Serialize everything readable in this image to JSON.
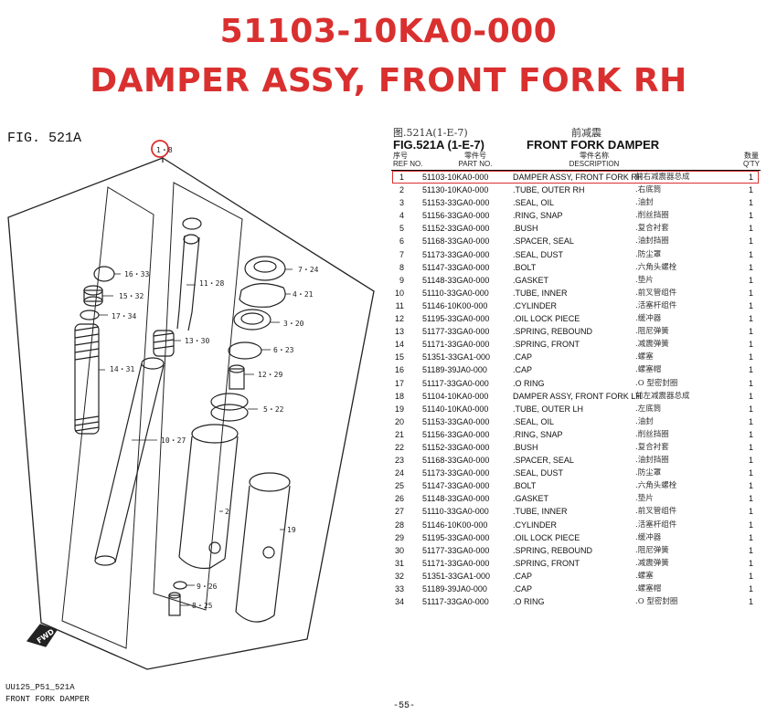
{
  "header": {
    "part_number": "51103-10KA0-000",
    "title": "DAMPER ASSY, FRONT FORK RH"
  },
  "figure": {
    "label": "FIG. 521A",
    "callouts": [
      "1・8",
      "16・33",
      "15・32",
      "17・34",
      "14・31",
      "11・28",
      "13・30",
      "10・27",
      "7・24",
      "4・21",
      "3・20",
      "6・23",
      "12・29",
      "5・22",
      "2",
      "19",
      "9・26",
      "8・25"
    ],
    "direction_tag": "FWD",
    "footer_line1": "UU125_P51_521A",
    "footer_line2": "FRONT FORK DAMPER"
  },
  "table": {
    "cn_figure": "图.521A(1-E-7)",
    "cn_name": "前减震",
    "figure_code": "FIG.521A (1-E-7)",
    "figure_name": "FRONT FORK DAMPER",
    "col_ref_cn": "序号",
    "col_ref": "REF NO.",
    "col_part_cn": "零件号",
    "col_part": "PART NO.",
    "col_desc_cn": "零件名称",
    "col_desc": "DESCRIPTION",
    "col_qty_cn": "数量",
    "col_qty": "Q'TY",
    "rows": [
      {
        "ref": "1",
        "part": "51103-10KA0-000",
        "desc": "DAMPER ASSY, FRONT FORK RH",
        "cn": "前右减震器总成",
        "qty": "1"
      },
      {
        "ref": "2",
        "part": "51130-10KA0-000",
        "desc": ".TUBE, OUTER RH",
        "cn": ".右底筒",
        "qty": "1"
      },
      {
        "ref": "3",
        "part": "51153-33GA0-000",
        "desc": ".SEAL, OIL",
        "cn": ".油封",
        "qty": "1"
      },
      {
        "ref": "4",
        "part": "51156-33GA0-000",
        "desc": ".RING, SNAP",
        "cn": ".削丝挡圈",
        "qty": "1"
      },
      {
        "ref": "5",
        "part": "51152-33GA0-000",
        "desc": ".BUSH",
        "cn": ".复合衬套",
        "qty": "1"
      },
      {
        "ref": "6",
        "part": "51168-33GA0-000",
        "desc": ".SPACER, SEAL",
        "cn": ".油封挡圈",
        "qty": "1"
      },
      {
        "ref": "7",
        "part": "51173-33GA0-000",
        "desc": ".SEAL, DUST",
        "cn": ".防尘罩",
        "qty": "1"
      },
      {
        "ref": "8",
        "part": "51147-33GA0-000",
        "desc": ".BOLT",
        "cn": ".六角头螺栓",
        "qty": "1"
      },
      {
        "ref": "9",
        "part": "51148-33GA0-000",
        "desc": ".GASKET",
        "cn": ".垫片",
        "qty": "1"
      },
      {
        "ref": "10",
        "part": "51110-33GA0-000",
        "desc": ".TUBE, INNER",
        "cn": ".前叉管组件",
        "qty": "1"
      },
      {
        "ref": "11",
        "part": "51146-10K00-000",
        "desc": ".CYLINDER",
        "cn": ".活塞杆组件",
        "qty": "1"
      },
      {
        "ref": "12",
        "part": "51195-33GA0-000",
        "desc": ".OIL LOCK PIECE",
        "cn": ".缓冲器",
        "qty": "1"
      },
      {
        "ref": "13",
        "part": "51177-33GA0-000",
        "desc": ".SPRING, REBOUND",
        "cn": ".阻尼弹簧",
        "qty": "1"
      },
      {
        "ref": "14",
        "part": "51171-33GA0-000",
        "desc": ".SPRING, FRONT",
        "cn": ".减震弹簧",
        "qty": "1"
      },
      {
        "ref": "15",
        "part": "51351-33GA1-000",
        "desc": ".CAP",
        "cn": ".螺塞",
        "qty": "1"
      },
      {
        "ref": "16",
        "part": "51189-39JA0-000",
        "desc": ".CAP",
        "cn": ".螺塞帽",
        "qty": "1"
      },
      {
        "ref": "17",
        "part": "51117-33GA0-000",
        "desc": ".O RING",
        "cn": ".O 型密封圈",
        "qty": "1"
      },
      {
        "ref": "18",
        "part": "51104-10KA0-000",
        "desc": "DAMPER ASSY, FRONT FORK LH",
        "cn": "前左减震器总成",
        "qty": "1"
      },
      {
        "ref": "19",
        "part": "51140-10KA0-000",
        "desc": ".TUBE, OUTER LH",
        "cn": ".左底筒",
        "qty": "1"
      },
      {
        "ref": "20",
        "part": "51153-33GA0-000",
        "desc": ".SEAL, OIL",
        "cn": ".油封",
        "qty": "1"
      },
      {
        "ref": "21",
        "part": "51156-33GA0-000",
        "desc": ".RING, SNAP",
        "cn": ".削丝挡圈",
        "qty": "1"
      },
      {
        "ref": "22",
        "part": "51152-33GA0-000",
        "desc": ".BUSH",
        "cn": ".复合衬套",
        "qty": "1"
      },
      {
        "ref": "23",
        "part": "51168-33GA0-000",
        "desc": ".SPACER, SEAL",
        "cn": ".油封挡圈",
        "qty": "1"
      },
      {
        "ref": "24",
        "part": "51173-33GA0-000",
        "desc": ".SEAL, DUST",
        "cn": ".防尘罩",
        "qty": "1"
      },
      {
        "ref": "25",
        "part": "51147-33GA0-000",
        "desc": ".BOLT",
        "cn": ".六角头螺栓",
        "qty": "1"
      },
      {
        "ref": "26",
        "part": "51148-33GA0-000",
        "desc": ".GASKET",
        "cn": ".垫片",
        "qty": "1"
      },
      {
        "ref": "27",
        "part": "51110-33GA0-000",
        "desc": ".TUBE, INNER",
        "cn": ".前叉管组件",
        "qty": "1"
      },
      {
        "ref": "28",
        "part": "51146-10K00-000",
        "desc": ".CYLINDER",
        "cn": ".活塞杆组件",
        "qty": "1"
      },
      {
        "ref": "29",
        "part": "51195-33GA0-000",
        "desc": ".OIL LOCK PIECE",
        "cn": ".缓冲器",
        "qty": "1"
      },
      {
        "ref": "30",
        "part": "51177-33GA0-000",
        "desc": ".SPRING, REBOUND",
        "cn": ".阻尼弹簧",
        "qty": "1"
      },
      {
        "ref": "31",
        "part": "51171-33GA0-000",
        "desc": ".SPRING, FRONT",
        "cn": ".减震弹簧",
        "qty": "1"
      },
      {
        "ref": "32",
        "part": "51351-33GA1-000",
        "desc": ".CAP",
        "cn": ".螺塞",
        "qty": "1"
      },
      {
        "ref": "33",
        "part": "51189-39JA0-000",
        "desc": ".CAP",
        "cn": ".螺塞帽",
        "qty": "1"
      },
      {
        "ref": "34",
        "part": "51117-33GA0-000",
        "desc": ".O RING",
        "cn": ".O 型密封圈",
        "qty": "1"
      }
    ]
  },
  "page_number": "-55-",
  "colors": {
    "highlight": "#d9302f",
    "text": "#111111"
  }
}
